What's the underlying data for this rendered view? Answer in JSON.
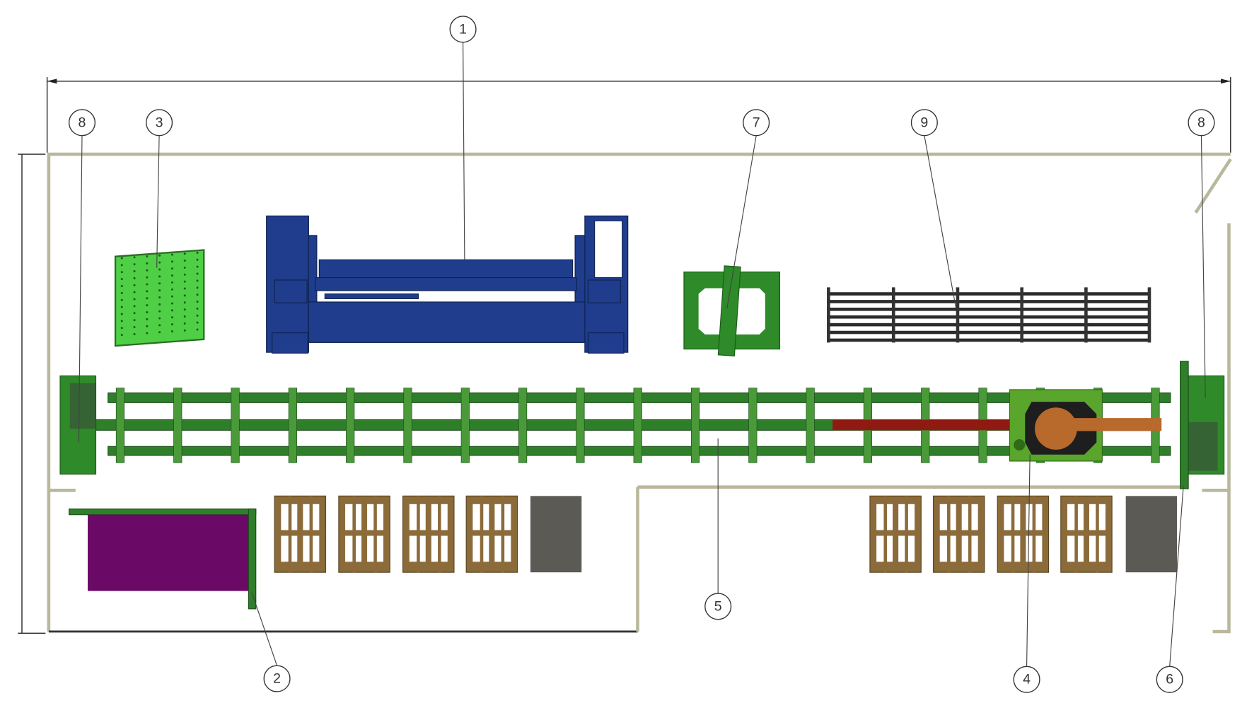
{
  "diagram": {
    "type": "factory floor layout",
    "callouts": [
      {
        "id": "1",
        "label": "1",
        "item": "press-machine"
      },
      {
        "id": "2",
        "label": "2",
        "item": "purple-table"
      },
      {
        "id": "3",
        "label": "3",
        "item": "green-perforated-plate"
      },
      {
        "id": "4",
        "label": "4",
        "item": "robot-carriage"
      },
      {
        "id": "5",
        "label": "5",
        "item": "linear-track"
      },
      {
        "id": "6",
        "label": "6",
        "item": "end-stop"
      },
      {
        "id": "7",
        "label": "7",
        "item": "green-fixture"
      },
      {
        "id": "8a",
        "label": "8",
        "item": "left-track-end"
      },
      {
        "id": "8b",
        "label": "8",
        "item": "right-track-end"
      },
      {
        "id": "9",
        "label": "9",
        "item": "storage-rack"
      }
    ],
    "colors": {
      "track": "#2f7f2a",
      "plate": "#4fcf45",
      "machine": "#1f3d8c",
      "table": "#6b0a66",
      "pallet": "#8c6b3b",
      "gray_block": "#5b5a55",
      "robot": "#b8692c",
      "red_beam": "#8e1a12",
      "wall": "#b9b89c"
    }
  }
}
